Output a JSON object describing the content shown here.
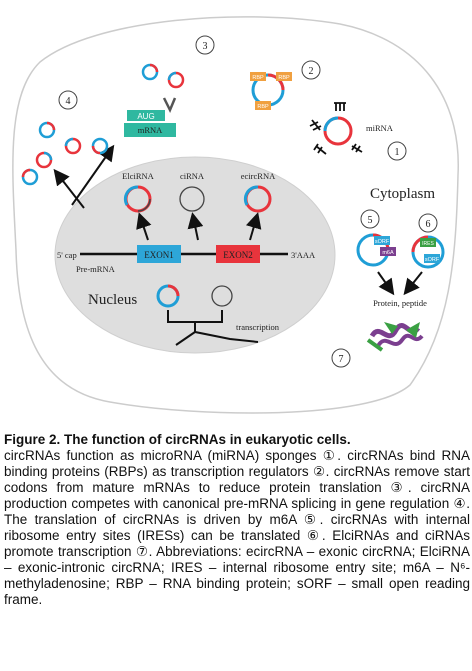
{
  "diagram": {
    "labels": {
      "nucleus": "Nucleus",
      "cytoplasm": "Cytoplasm",
      "five_cap": "5' cap",
      "pre_mrna": "Pre-mRNA",
      "three_aaa": "3'AAA",
      "exon1": "EXON1",
      "exon2": "EXON2",
      "elcirna": "ElciRNA",
      "cirna": "ciRNA",
      "ecircrna": "ecircRNA",
      "transcription": "transcription",
      "mirna": "miRNA",
      "mrna": "mRNA",
      "aug": "AUG",
      "rbp": "RBP",
      "sorf": "sORF",
      "m6a": "m6A",
      "ires": "IRES",
      "protein_peptide": "Protein, peptide"
    },
    "step_numbers": [
      "1",
      "2",
      "3",
      "4",
      "5",
      "6",
      "7"
    ],
    "colors": {
      "circ_red": "#e8343c",
      "circ_blue": "#1f9ed6",
      "exon_blue": "#2da6d8",
      "exon_red": "#e8343c",
      "mrna_teal": "#2fb8a0",
      "nucleus_fill": "#dedede",
      "protein_purple": "#7b3f8f",
      "protein_green": "#3aa043"
    }
  },
  "caption": {
    "title": "Figure 2. The function of circRNAs in eukaryotic cells.",
    "body": "circRNAs function as microRNA (miRNA) sponges ①. circRNAs bind RNA binding proteins (RBPs) as transcription regulators ②. circRNAs remove start codons from mature mRNAs to reduce protein translation ③. circRNA production competes with canonical pre-mRNA splicing in gene regulation ④. The translation of circRNAs is driven by m6A ⑤. circRNAs with internal ribosome entry sites (IRESs) can be translated ⑥. ElciRNAs and ciRNAs promote transcription ⑦. Abbreviations: ecircRNA – exonic circRNA; ElciRNA – exonic-intronic circRNA; IRES – internal ribosome entry site; m6A – N⁶-methyladenosine; RBP – RNA binding protein; sORF – small open reading frame."
  }
}
